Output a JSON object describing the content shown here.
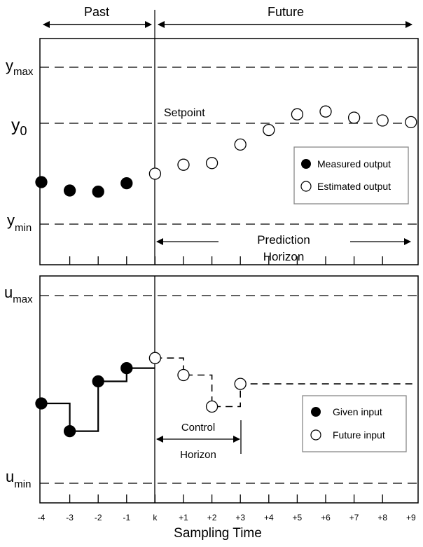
{
  "header": {
    "past_label": "Past",
    "future_label": "Future"
  },
  "output_panel": {
    "y_max_label": "max",
    "y_zero_label": "0",
    "y_min_label": "min",
    "y_symbol": "y",
    "setpoint_label": "Setpoint",
    "prediction_horizon_line1": "Prediction",
    "prediction_horizon_line2": "Horizon",
    "legend": {
      "measured": "Measured output",
      "estimated": "Estimated output"
    }
  },
  "input_panel": {
    "u_symbol": "u",
    "u_max_label": "max",
    "u_min_label": "min",
    "control_horizon_line1": "Control",
    "control_horizon_line2": "Horizon",
    "legend": {
      "given": "Given input",
      "future": "Future input"
    }
  },
  "x_axis": {
    "ticks": [
      "-4",
      "-3",
      "-2",
      "-1",
      "k",
      "+1",
      "+2",
      "+3",
      "+4",
      "+5",
      "+6",
      "+7",
      "+8",
      "+9"
    ],
    "label": "Sampling Time"
  },
  "output_points": {
    "measured": [
      {
        "t": -4,
        "y": -1.05
      },
      {
        "t": -3,
        "y": -1.2
      },
      {
        "t": -2,
        "y": -1.22
      },
      {
        "t": -1,
        "y": -1.07
      }
    ],
    "estimated": [
      {
        "t": 0,
        "y": -0.9
      },
      {
        "t": 1,
        "y": -0.74
      },
      {
        "t": 2,
        "y": -0.71
      },
      {
        "t": 3,
        "y": -0.38
      },
      {
        "t": 4,
        "y": -0.12
      },
      {
        "t": 5,
        "y": 0.16
      },
      {
        "t": 6,
        "y": 0.21
      },
      {
        "t": 7,
        "y": 0.1
      },
      {
        "t": 8,
        "y": 0.05
      },
      {
        "t": 9,
        "y": 0.02
      }
    ]
  },
  "input_points": {
    "given": [
      {
        "t": -4,
        "u": -0.2
      },
      {
        "t": -3,
        "u": -0.64
      },
      {
        "t": -2,
        "u": 0.15
      },
      {
        "t": -1,
        "u": 0.36
      }
    ],
    "future": [
      {
        "t": 0,
        "u": 0.52
      },
      {
        "t": 1,
        "u": 0.25
      },
      {
        "t": 2,
        "u": -0.25
      },
      {
        "t": 3,
        "u": 0.11
      }
    ]
  },
  "colors": {
    "line": "#000000",
    "background": "#ffffff",
    "legend_border": "#888888"
  }
}
